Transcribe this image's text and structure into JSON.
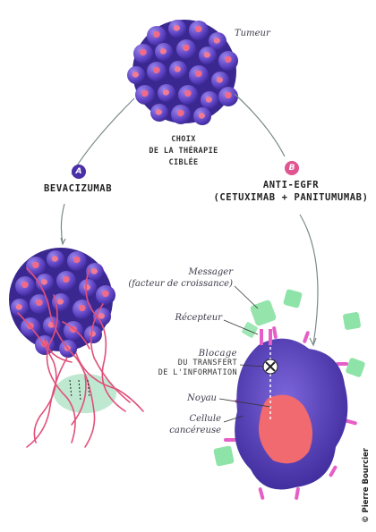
{
  "labels": {
    "tumeur": "Tumeur",
    "choix_line1": "CHOIX",
    "choix_line2": "DE LA THÉRAPIE",
    "choix_line3": "CIBLÉE",
    "option_a_badge": "A",
    "option_a_name": "BEVACIZUMAB",
    "option_b_badge": "B",
    "option_b_line1": "ANTI-EGFR",
    "option_b_line2": "(CETUXIMAB + PANITUMUMAB)",
    "messager_line1": "Messager",
    "messager_line2": "(facteur de croissance)",
    "recepteur": "Récepteur",
    "blocage_line1": "Blocage",
    "blocage_line2": "DU TRANSFERT",
    "blocage_line3": "DE L'INFORMATION",
    "noyau": "Noyau",
    "cellule_line1": "Cellule",
    "cellule_line2": "cancéreuse",
    "credit": "© Pierre Bourcier"
  },
  "colors": {
    "tumor_purple": "#5a3fc0",
    "tumor_light": "#8a73e0",
    "tumor_spot": "#f06a8a",
    "badge_a": "#4a2fa8",
    "badge_b": "#e0558f",
    "vessel": "#e0507a",
    "antibody_green": "#8ee3a8",
    "nucleus": "#f06a70",
    "halo_green": "#b8e6cc",
    "arrow": "#7a8a8a"
  }
}
